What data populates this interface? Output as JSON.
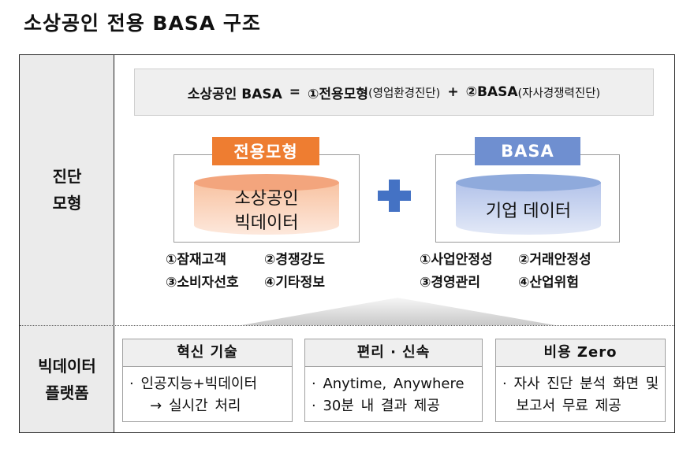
{
  "page_title": "소상공인 전용 BASA 구조",
  "rows": {
    "diagnosis_label_line1": "진단",
    "diagnosis_label_line2": "모형",
    "platform_label_line1": "빅데이터",
    "platform_label_line2": "플랫폼"
  },
  "formula": {
    "lhs": "소상공인 BASA",
    "equals": "=",
    "term1": "①전용모형",
    "term1_paren": "(영업환경진단)",
    "plus": "+",
    "term2": "②BASA",
    "term2_paren": "(자사경쟁력진단)"
  },
  "left_model": {
    "tag": "전용모형",
    "cylinder_line1": "소상공인",
    "cylinder_line2": "빅데이터",
    "items": [
      "①잠재고객",
      "②경쟁강도",
      "③소비자선호",
      "④기타정보"
    ]
  },
  "right_model": {
    "tag": "BASA",
    "cylinder_line1": "기업 데이터",
    "items": [
      "①사업안정성",
      "②거래안정성",
      "③경영관리",
      "④산업위험"
    ]
  },
  "platform": [
    {
      "title": "혁신 기술",
      "lines": [
        "· 인공지능+빅데이터",
        "   → 실시간 처리"
      ]
    },
    {
      "title": "편리 · 신속",
      "lines": [
        "· Anytime, Anywhere",
        "· 30분 내 결과 제공"
      ]
    },
    {
      "title": "비용 Zero",
      "lines": [
        "· 자사 진단 분석 화면 및",
        "  보고서 무료 제공"
      ]
    }
  ],
  "colors": {
    "orange_tag": "#ee7d31",
    "blue_tag": "#6f8fd0",
    "plus": "#4472c4",
    "label_bg": "#ebebeb"
  },
  "icons": [
    "plus-icon",
    "cylinder-orange-icon",
    "cylinder-blue-icon",
    "funnel-triangle-icon"
  ]
}
